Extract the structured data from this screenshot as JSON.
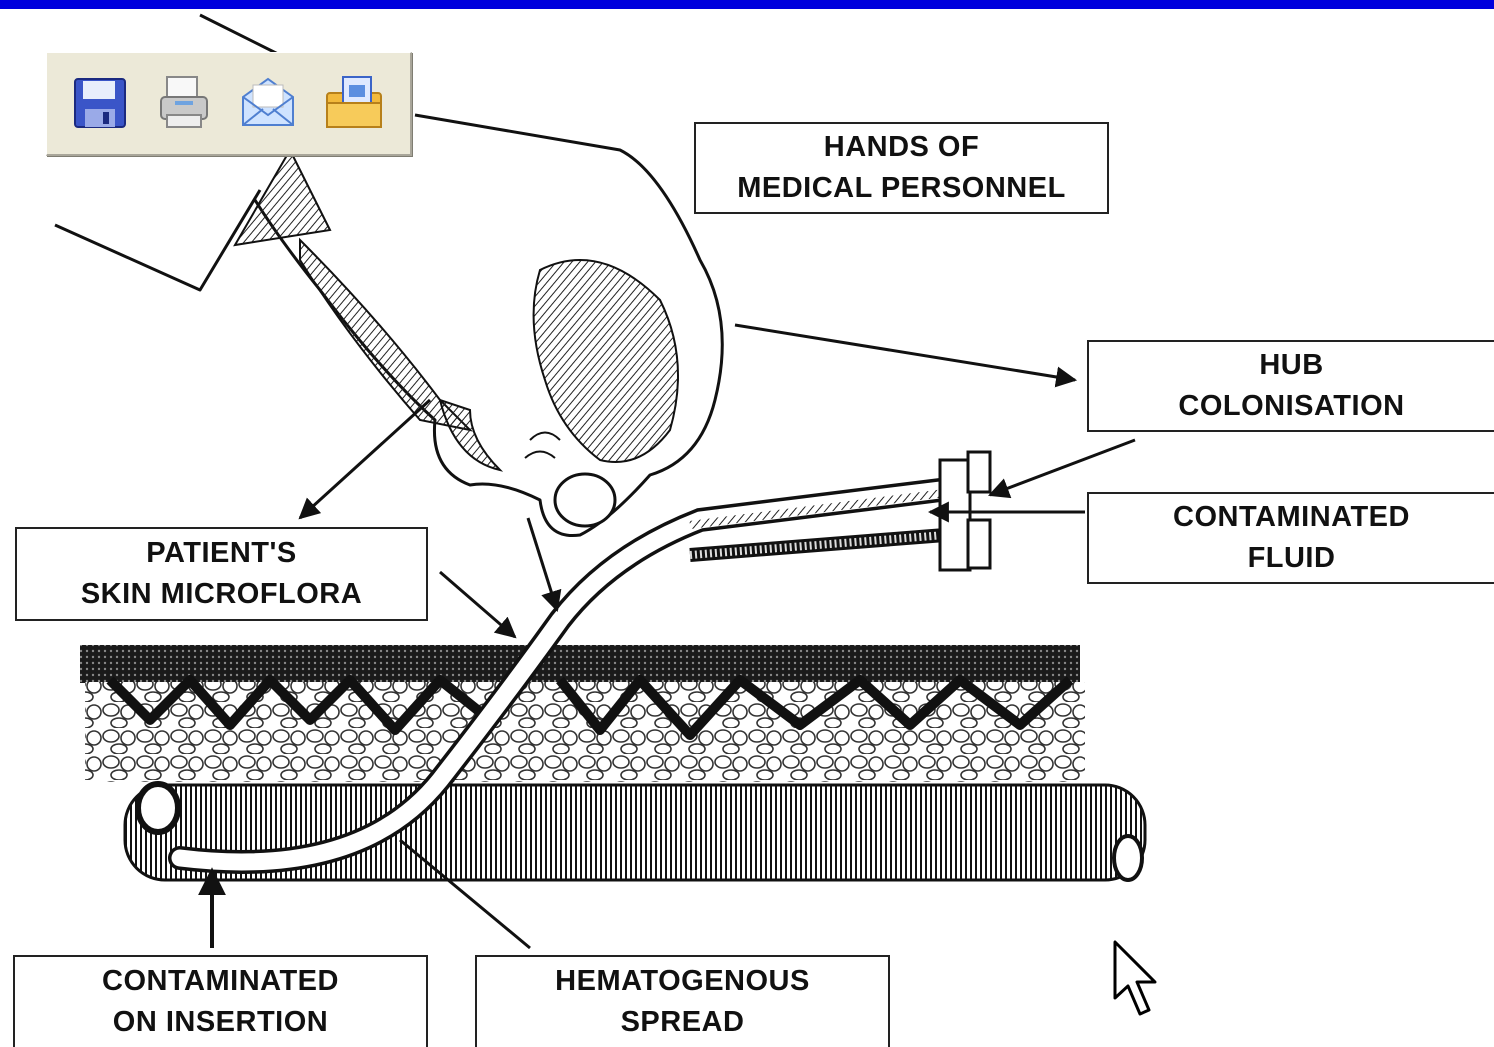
{
  "colors": {
    "top_bar": "#0000dd",
    "toolbar_bg": "#ece9d8"
  },
  "toolbar": {
    "buttons": [
      {
        "icon": "save-icon"
      },
      {
        "icon": "print-icon"
      },
      {
        "icon": "email-icon"
      },
      {
        "icon": "open-folder-icon"
      }
    ]
  },
  "labels": {
    "hands": [
      "HANDS OF",
      "MEDICAL PERSONNEL"
    ],
    "hub": [
      "HUB",
      "COLONISATION"
    ],
    "fluid": [
      "CONTAMINATED",
      "FLUID"
    ],
    "skin": [
      "PATIENT'S",
      "SKIN MICROFLORA"
    ],
    "insertion": [
      "CONTAMINATED",
      "ON INSERTION"
    ],
    "hematogenous": [
      "HEMATOGENOUS",
      "SPREAD"
    ]
  },
  "cursor": {
    "icon": "mouse-pointer-icon"
  }
}
